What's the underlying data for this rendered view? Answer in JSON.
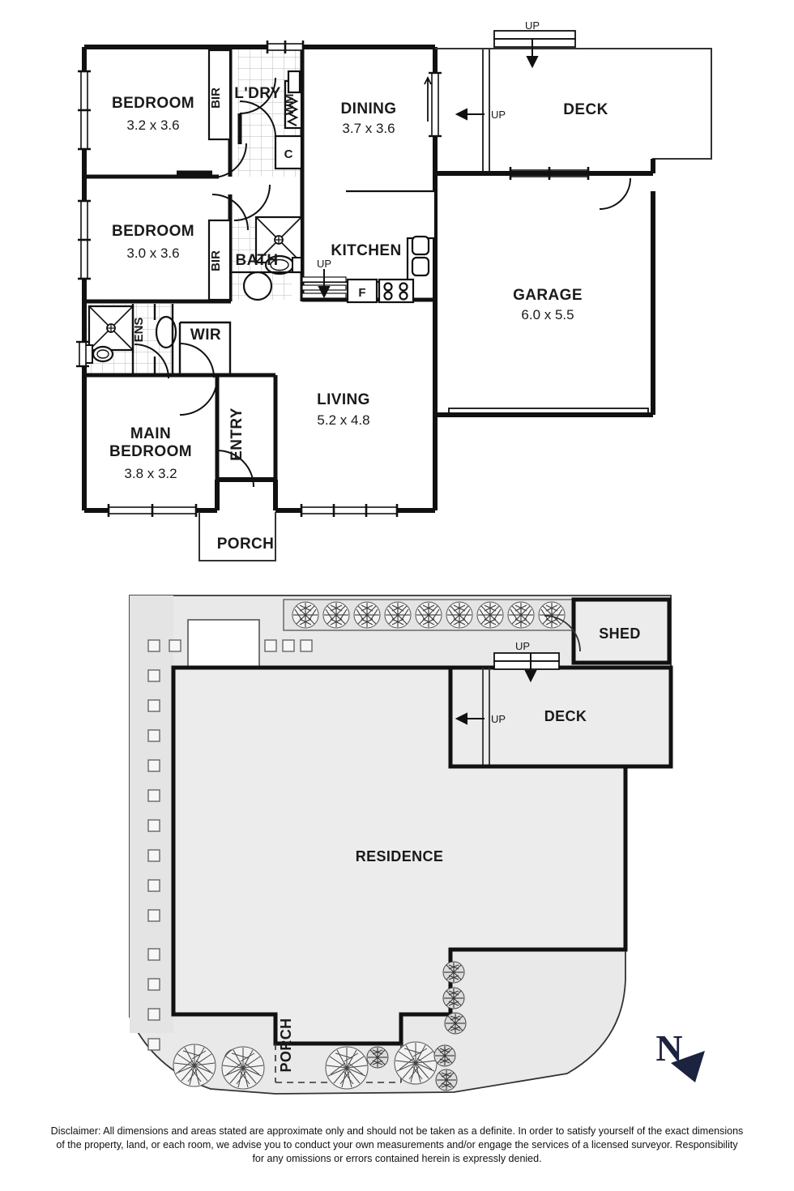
{
  "document": {
    "type": "floor-plan",
    "title": "Residential Floor Plan and Site Plan"
  },
  "colors": {
    "wall": "#111111",
    "thin_line": "#333333",
    "fill_light": "#ececec",
    "fill_site": "#e6e6e6",
    "north_arrow": "#1b2340",
    "text": "#1a1a1a"
  },
  "floor_plan": {
    "rooms": [
      {
        "id": "bedroom2",
        "name": "BEDROOM",
        "dimensions": "3.2 x 3.6"
      },
      {
        "id": "bedroom3",
        "name": "BEDROOM",
        "dimensions": "3.0 x 3.6"
      },
      {
        "id": "main_bedroom",
        "name": "MAIN BEDROOM",
        "name_line1": "MAIN",
        "name_line2": "BEDROOM",
        "dimensions": "3.8 x 3.2"
      },
      {
        "id": "dining",
        "name": "DINING",
        "dimensions": "3.7 x 3.6"
      },
      {
        "id": "kitchen",
        "name": "KITCHEN",
        "dimensions": ""
      },
      {
        "id": "living",
        "name": "LIVING",
        "dimensions": "5.2 x 4.8"
      },
      {
        "id": "garage",
        "name": "GARAGE",
        "dimensions": "6.0 x 5.5"
      },
      {
        "id": "deck",
        "name": "DECK",
        "dimensions": ""
      },
      {
        "id": "bath",
        "name": "BATH",
        "dimensions": ""
      },
      {
        "id": "ens",
        "name": "ENS",
        "dimensions": ""
      },
      {
        "id": "wir",
        "name": "WIR",
        "dimensions": ""
      },
      {
        "id": "laundry",
        "name": "L'DRY",
        "dimensions": ""
      },
      {
        "id": "entry",
        "name": "ENTRY",
        "dimensions": ""
      },
      {
        "id": "porch",
        "name": "PORCH",
        "dimensions": ""
      }
    ],
    "fixture_labels": {
      "bir_top": "BIR",
      "bir_mid": "BIR",
      "washing_machine": "WM",
      "cupboard": "C",
      "fridge": "F"
    },
    "stair_markers": [
      {
        "id": "deck-up-top",
        "label": "UP",
        "direction": "down"
      },
      {
        "id": "deck-up-left",
        "label": "UP",
        "direction": "left"
      },
      {
        "id": "kitchen-up",
        "label": "UP",
        "direction": "down"
      }
    ]
  },
  "site_plan": {
    "areas": [
      {
        "id": "residence",
        "name": "RESIDENCE"
      },
      {
        "id": "site-deck",
        "name": "DECK"
      },
      {
        "id": "shed",
        "name": "SHED"
      },
      {
        "id": "site-porch",
        "name": "PORCH"
      }
    ],
    "stair_markers": [
      {
        "id": "site-up-top",
        "label": "UP",
        "direction": "down"
      },
      {
        "id": "site-up-left",
        "label": "UP",
        "direction": "left"
      }
    ],
    "tree_count_top_strip": 9,
    "paver_count_left": 14
  },
  "compass": {
    "label": "N",
    "orientation": "north-arrow pointing down-right"
  },
  "disclaimer": {
    "line1": "Disclaimer: All dimensions and areas stated are approximate only and should not be taken as a definite. In order to satisfy yourself of the exact dimensions",
    "line2": "of the property, land, or each room, we advise you to conduct your own measurements and/or engage the services of a licensed surveyor. Responsibility",
    "line3": "for any omissions or errors contained herein is expressly denied."
  }
}
